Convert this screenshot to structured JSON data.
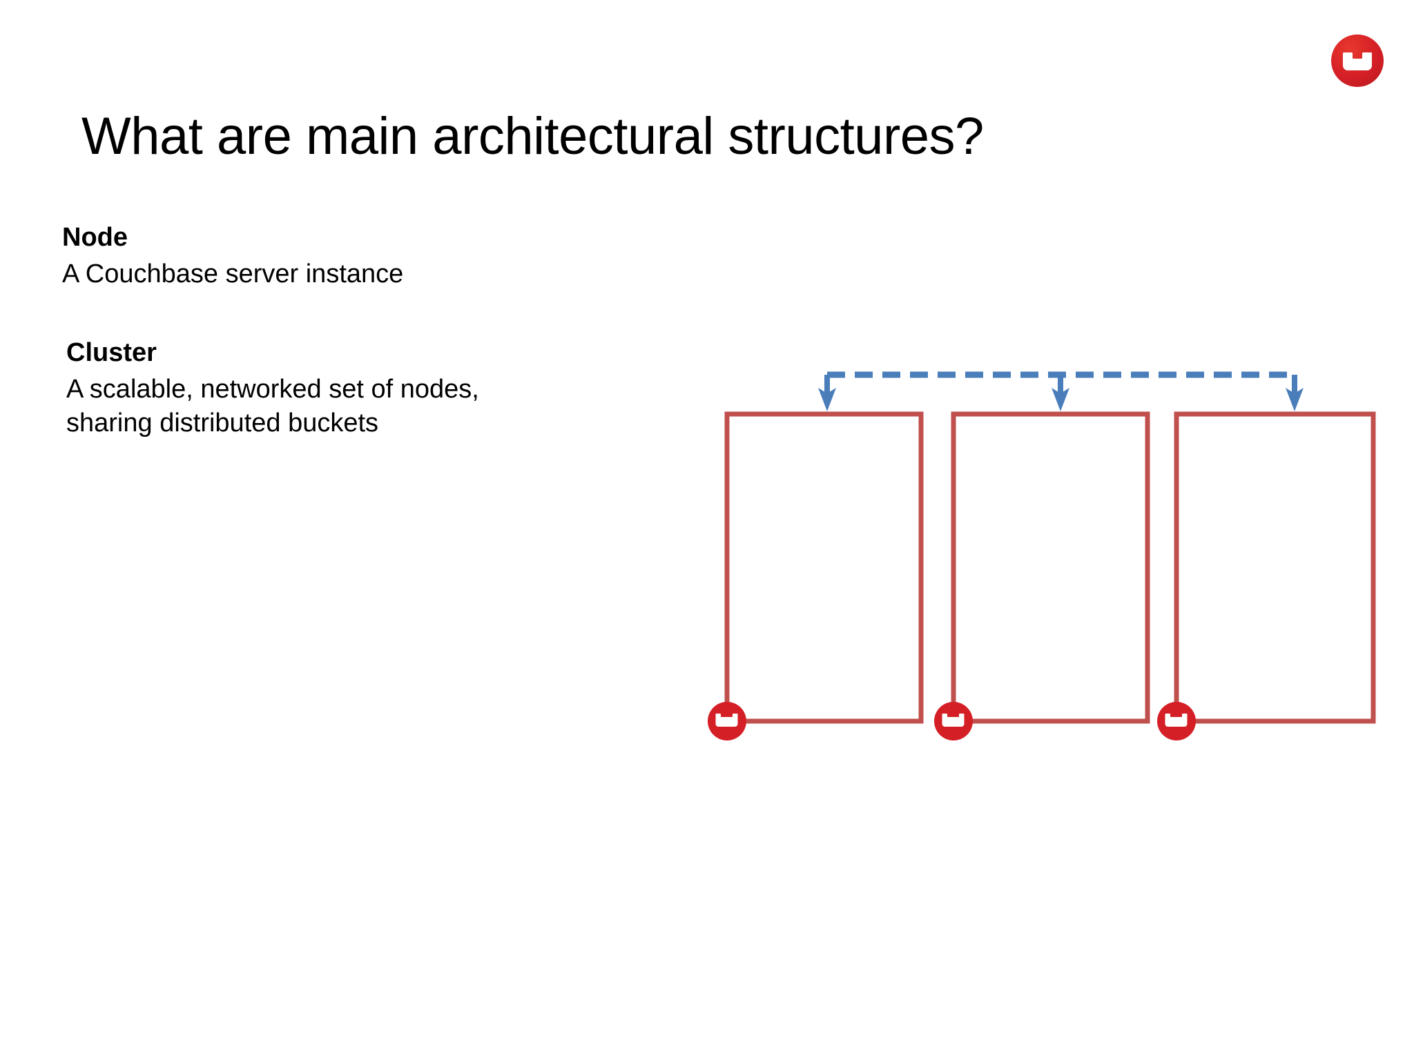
{
  "slide": {
    "title": "What are main architectural structures?",
    "background_color": "#FFFFFF"
  },
  "brand": {
    "logo_name": "couchbase-logo",
    "logo_color": "#D41F26",
    "glyph_color": "#FFFFFF"
  },
  "content": {
    "terms": [
      {
        "heading": "Node",
        "description_lines": [
          "A Couchbase server instance"
        ]
      },
      {
        "heading": "Cluster",
        "description_lines": [
          "A scalable, networked set of nodes,",
          "sharing distributed buckets"
        ]
      }
    ]
  },
  "diagram": {
    "name": "cluster-of-nodes-diagram",
    "node_count": 3,
    "node_box_color": "#C0504D",
    "connector_color": "#4A7EBB",
    "connector_style": "dashed",
    "arrow_count": 3,
    "bucket_icon_color": "#D41F26",
    "nodes": [
      {
        "label": "",
        "icon": "couchbase-bucket-icon"
      },
      {
        "label": "",
        "icon": "couchbase-bucket-icon"
      },
      {
        "label": "",
        "icon": "couchbase-bucket-icon"
      }
    ]
  }
}
